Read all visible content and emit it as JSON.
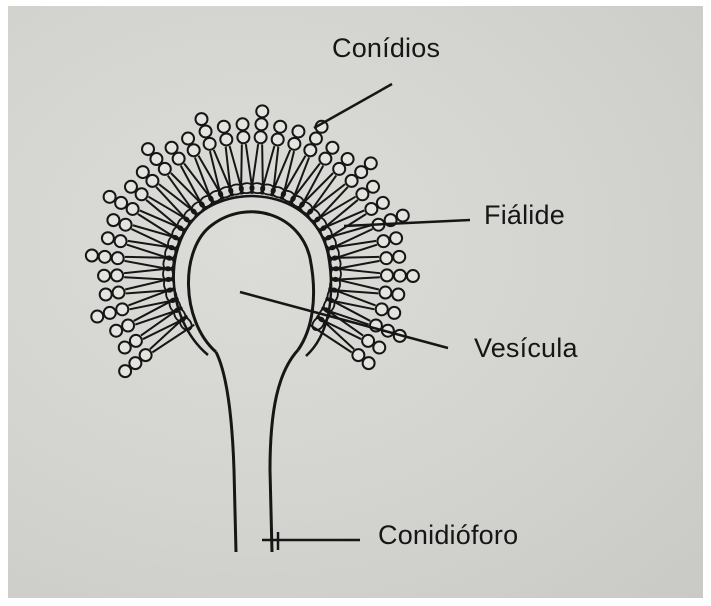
{
  "labels": {
    "conidios": "Conídios",
    "fialide": "Fiálide",
    "vesicula": "Vesícula",
    "conidioforo": "Conidióforo"
  },
  "colors": {
    "ink": "#161616",
    "paper": "#d6d6d2",
    "border": "#ffffff"
  }
}
